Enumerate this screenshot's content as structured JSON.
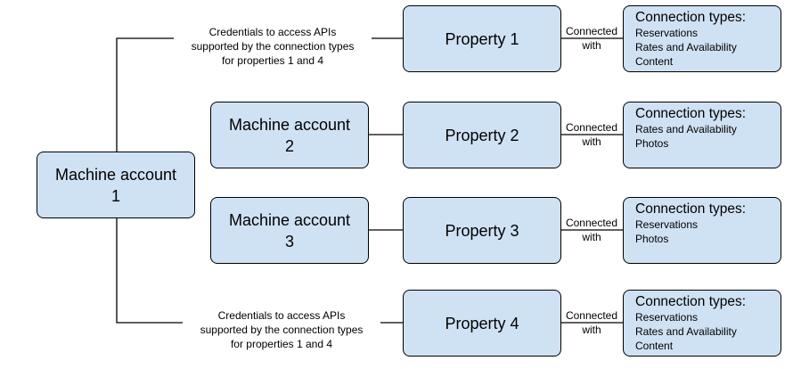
{
  "machine_accounts": [
    {
      "line1": "Machine account",
      "line2": "1"
    },
    {
      "line1": "Machine account",
      "line2": "2"
    },
    {
      "line1": "Machine account",
      "line2": "3"
    }
  ],
  "properties": [
    "Property 1",
    "Property 2",
    "Property 3",
    "Property 4"
  ],
  "connected_with": {
    "line1": "Connected",
    "line2": "with"
  },
  "credentials_label": {
    "line1": "Credentials to access APIs",
    "line2": "supported by the connection types",
    "line3": "for properties 1 and 4"
  },
  "connection_boxes": [
    {
      "title": "Connection types:",
      "items": [
        "Reservations",
        "Rates and Availability",
        "Content"
      ]
    },
    {
      "title": "Connection types:",
      "items": [
        "Rates and Availability",
        "Photos"
      ]
    },
    {
      "title": "Connection types:",
      "items": [
        "Reservations",
        "Photos"
      ]
    },
    {
      "title": "Connection types:",
      "items": [
        "Reservations",
        "Rates and Availability",
        "Content"
      ]
    }
  ],
  "colors": {
    "box_fill": "#cfe2f3",
    "stroke": "#000000",
    "background": "#ffffff"
  }
}
